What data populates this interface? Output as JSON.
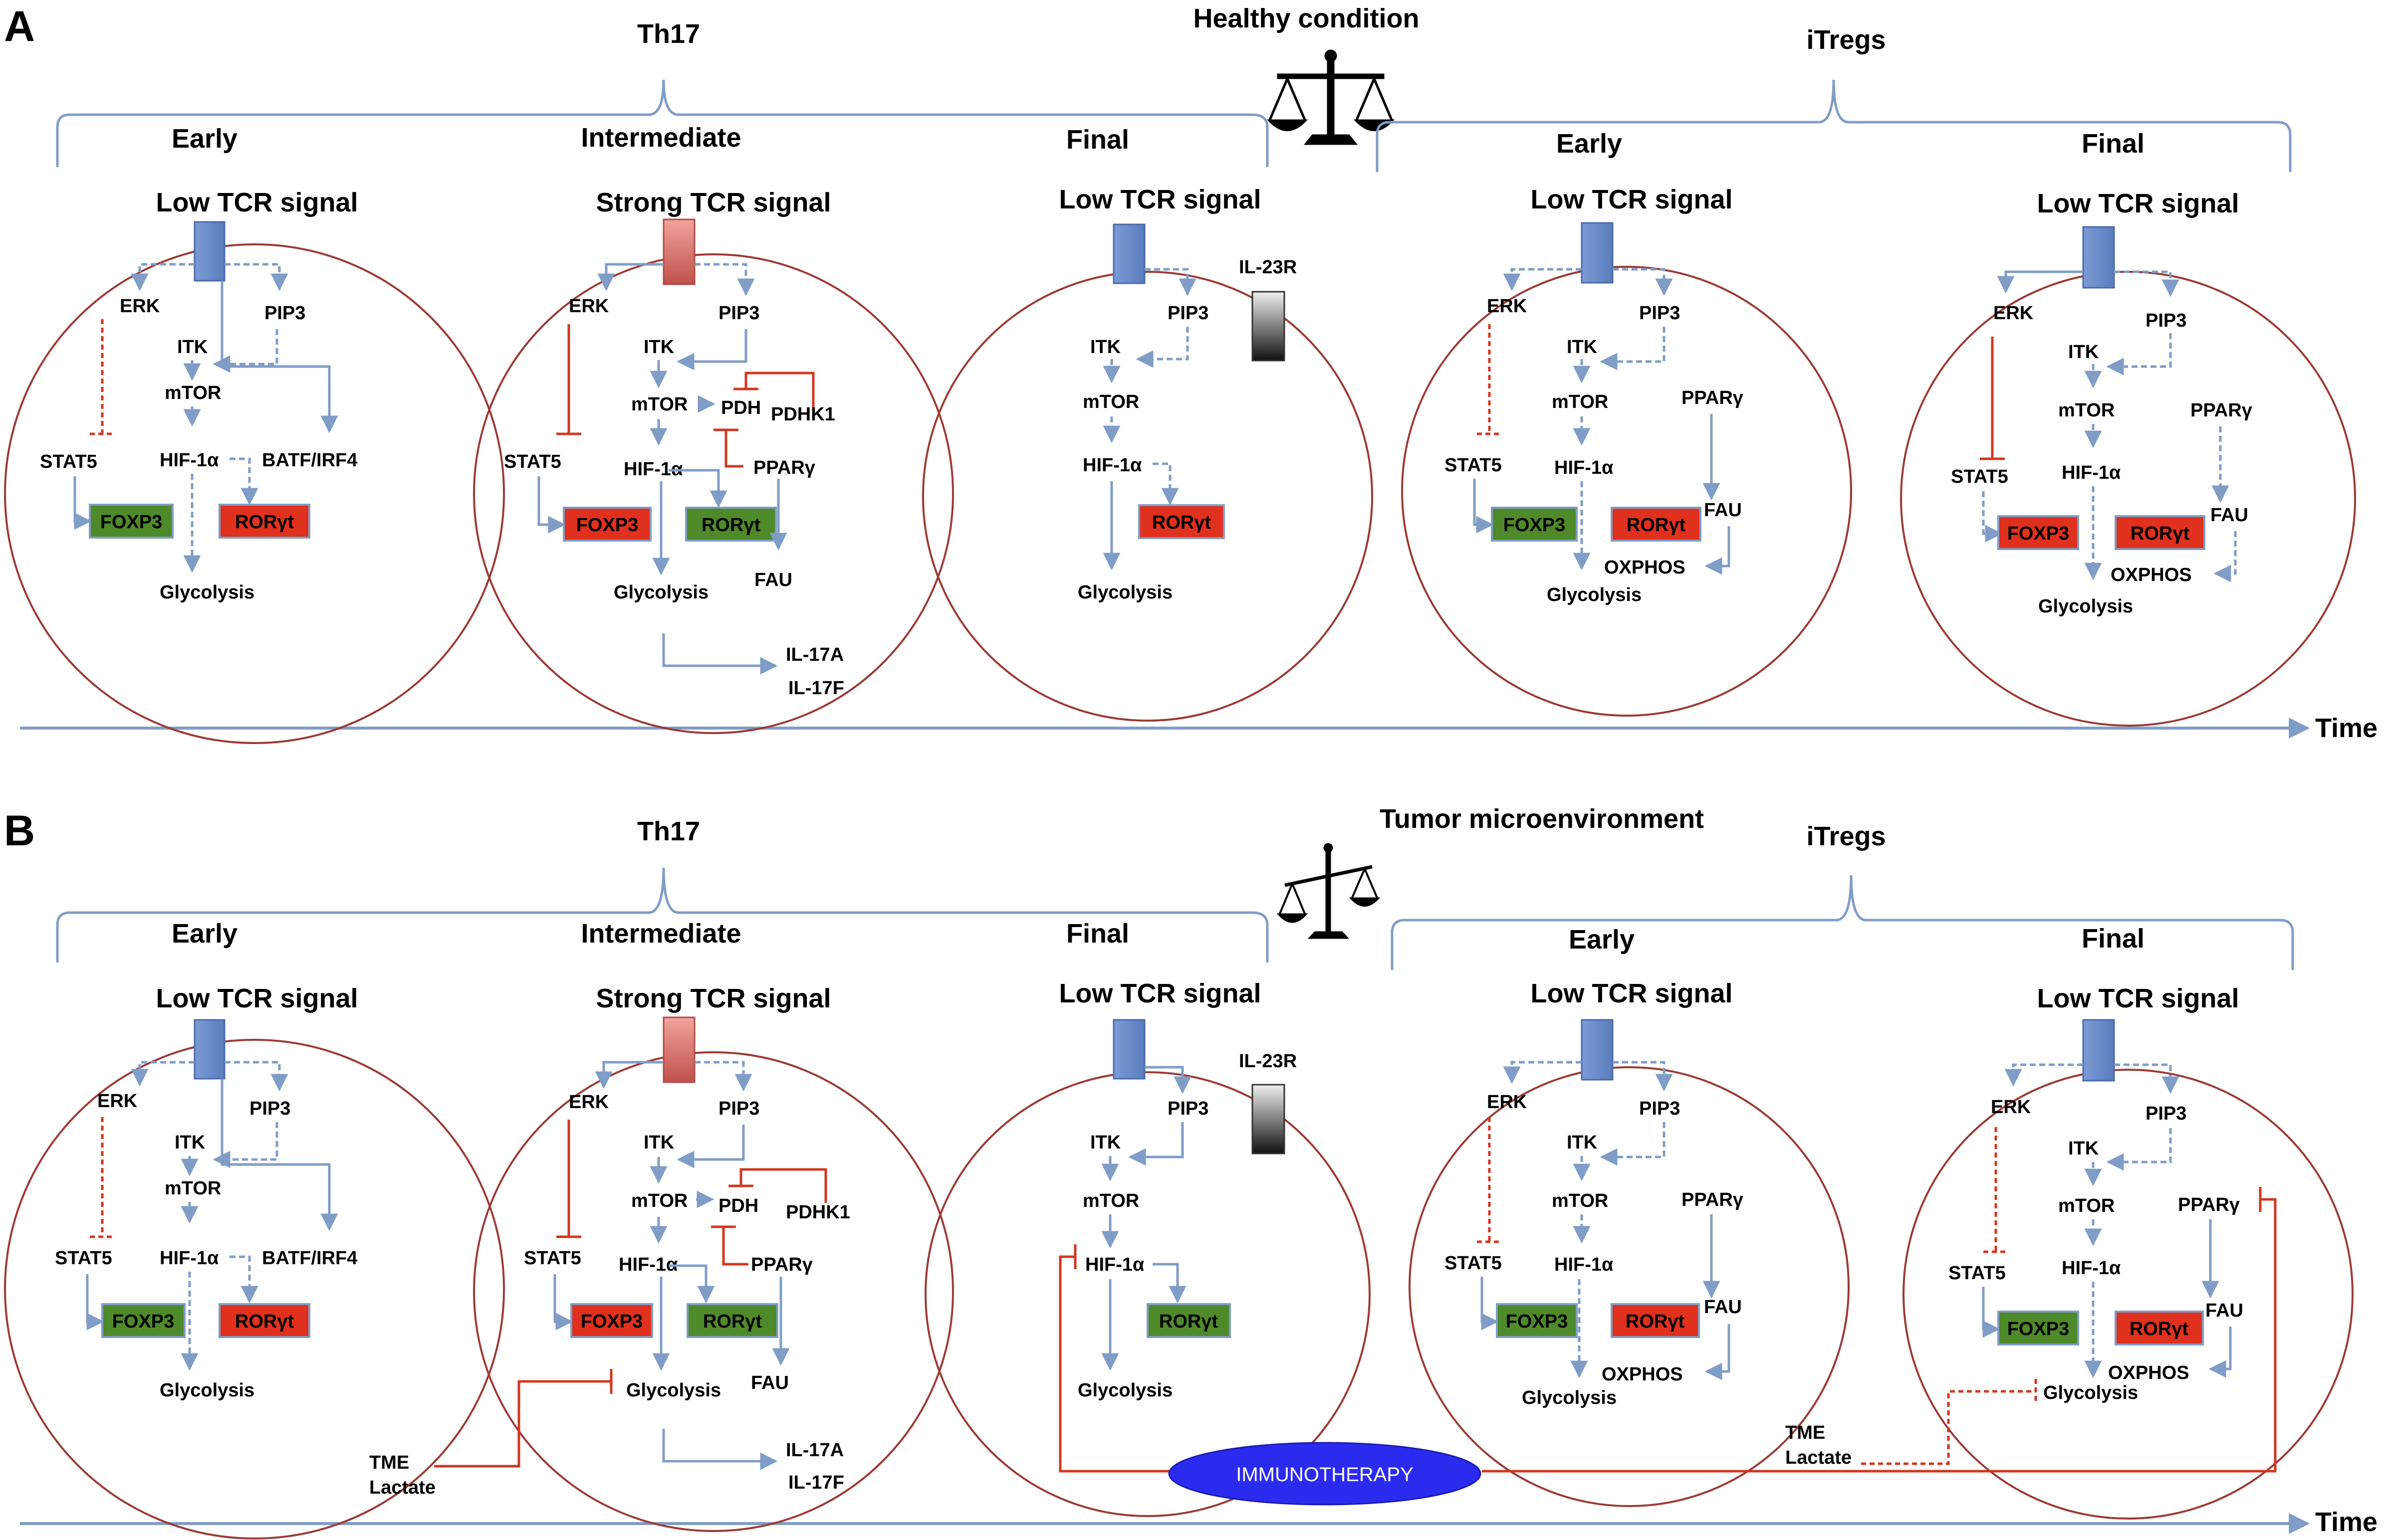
{
  "panels": [
    {
      "letter": "A",
      "condition": "Healthy condition",
      "th17": "Th17",
      "itregs": "iTregs",
      "phases": [
        "Early",
        "Intermediate",
        "Final",
        "Early",
        "Final"
      ],
      "time": "Time",
      "cells": [
        {
          "signal": "Low TCR signal",
          "erk": "ERK",
          "pip3": "PIP3",
          "itk": "ITK",
          "mtor": "mTOR",
          "stat5": "STAT5",
          "hif": "HIF-1α",
          "batf": "BATF/IRF4",
          "foxp3": "FOXP3",
          "rorgt": "RORγt",
          "glycolysis": "Glycolysis"
        },
        {
          "signal": "Strong TCR signal",
          "erk": "ERK",
          "pip3": "PIP3",
          "itk": "ITK",
          "mtor": "mTOR",
          "pdh": "PDH",
          "pdhk1": "PDHK1",
          "stat5": "STAT5",
          "hif": "HIF-1α",
          "ppar": "PPARγ",
          "foxp3": "FOXP3",
          "rorgt": "RORγt",
          "glycolysis": "Glycolysis",
          "fau": "FAU",
          "il17a": "IL-17A",
          "il17f": "IL-17F"
        },
        {
          "signal": "Low TCR signal",
          "il23r": "IL-23R",
          "pip3": "PIP3",
          "itk": "ITK",
          "mtor": "mTOR",
          "hif": "HIF-1α",
          "rorgt": "RORγt",
          "glycolysis": "Glycolysis"
        },
        {
          "signal": "Low TCR signal",
          "erk": "ERK",
          "pip3": "PIP3",
          "itk": "ITK",
          "mtor": "mTOR",
          "stat5": "STAT5",
          "hif": "HIF-1α",
          "ppar": "PPARγ",
          "foxp3": "FOXP3",
          "rorgt": "RORγt",
          "fau": "FAU",
          "oxphos": "OXPHOS",
          "glycolysis": "Glycolysis"
        },
        {
          "signal": "Low TCR signal",
          "erk": "ERK",
          "pip3": "PIP3",
          "itk": "ITK",
          "mtor": "mTOR",
          "stat5": "STAT5",
          "hif": "HIF-1α",
          "ppar": "PPARγ",
          "foxp3": "FOXP3",
          "rorgt": "RORγt",
          "fau": "FAU",
          "oxphos": "OXPHOS",
          "glycolysis": "Glycolysis"
        }
      ]
    },
    {
      "letter": "B",
      "condition": "Tumor microenvironment",
      "th17": "Th17",
      "itregs": "iTregs",
      "phases": [
        "Early",
        "Intermediate",
        "Final",
        "Early",
        "Final"
      ],
      "time": "Time",
      "tme1": "TME",
      "lactate1": "Lactate",
      "tme2": "TME",
      "lactate2": "Lactate",
      "immunotherapy": "IMMUNOTHERAPY",
      "cells": [
        {
          "signal": "Low TCR signal",
          "erk": "ERK",
          "pip3": "PIP3",
          "itk": "ITK",
          "mtor": "mTOR",
          "stat5": "STAT5",
          "hif": "HIF-1α",
          "batf": "BATF/IRF4",
          "foxp3": "FOXP3",
          "rorgt": "RORγt",
          "glycolysis": "Glycolysis"
        },
        {
          "signal": "Strong TCR signal",
          "erk": "ERK",
          "pip3": "PIP3",
          "itk": "ITK",
          "mtor": "mTOR",
          "pdh": "PDH",
          "pdhk1": "PDHK1",
          "stat5": "STAT5",
          "hif": "HIF-1α",
          "ppar": "PPARγ",
          "foxp3": "FOXP3",
          "rorgt": "RORγt",
          "glycolysis": "Glycolysis",
          "fau": "FAU",
          "il17a": "IL-17A",
          "il17f": "IL-17F"
        },
        {
          "signal": "Low TCR signal",
          "il23r": "IL-23R",
          "pip3": "PIP3",
          "itk": "ITK",
          "mtor": "mTOR",
          "hif": "HIF-1α",
          "rorgt": "RORγt",
          "glycolysis": "Glycolysis"
        },
        {
          "signal": "Low TCR signal",
          "erk": "ERK",
          "pip3": "PIP3",
          "itk": "ITK",
          "mtor": "mTOR",
          "stat5": "STAT5",
          "hif": "HIF-1α",
          "ppar": "PPARγ",
          "foxp3": "FOXP3",
          "rorgt": "RORγt",
          "fau": "FAU",
          "oxphos": "OXPHOS",
          "glycolysis": "Glycolysis"
        },
        {
          "signal": "Low TCR signal",
          "erk": "ERK",
          "pip3": "PIP3",
          "itk": "ITK",
          "mtor": "mTOR",
          "stat5": "STAT5",
          "hif": "HIF-1α",
          "ppar": "PPARγ",
          "foxp3": "FOXP3",
          "rorgt": "RORγt",
          "fau": "FAU",
          "oxphos": "OXPHOS",
          "glycolysis": "Glycolysis"
        }
      ]
    }
  ],
  "colors": {
    "foxp3_green": "#4e8a2a",
    "foxp3_red": "#e0301e",
    "rorgt_red": "#e0301e",
    "rorgt_green": "#4e8a2a",
    "box_border": "#7f9dc6",
    "tcr_low": "#6f8fcc",
    "tcr_strong": "#e88078",
    "immunotherapy": "#2b2bf0",
    "inhibit": "#d1371f",
    "arrow": "#7f9dc6"
  }
}
